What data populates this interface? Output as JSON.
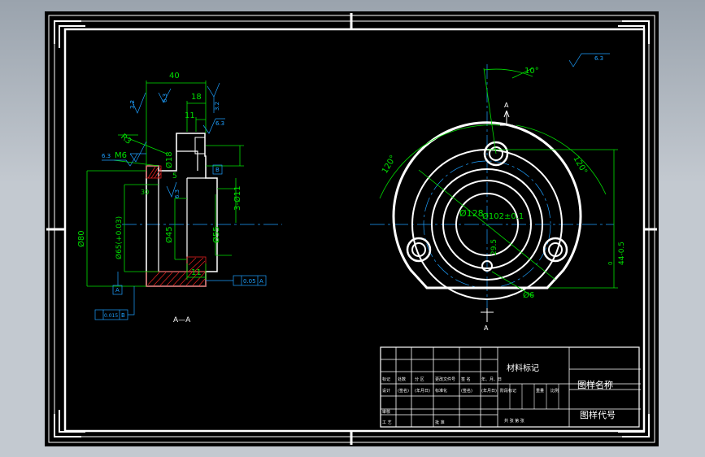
{
  "left_view": {
    "dims": {
      "d40": "40",
      "d18": "18",
      "d11_top": "11",
      "r3": "R3",
      "m6": "M6",
      "d18_dia": "Ø18",
      "d80": "Ø80",
      "d65": "Ø65(+0.03)",
      "d45": "Ø45",
      "d55": "Ø55",
      "d11_holes": "3-Ø11",
      "d11_bottom": "11",
      "d5": "5",
      "d30": "30"
    },
    "rough": {
      "r1": "3.2",
      "r2": "6.3",
      "r3": "3.2",
      "r4": "6.3",
      "r5": "6.3",
      "r6": "6.3"
    },
    "datum_b": "B",
    "datum_a": "A",
    "tol_flat": "0.05",
    "tol_flat_ref": "A",
    "tol_perp": "0.015",
    "tol_perp_ref": "B",
    "section_label": "A—A"
  },
  "right_view": {
    "angle_10": "10°",
    "angle_120_left": "120°",
    "angle_120_right": "120°",
    "d128": "Ø128",
    "d102": "Ø102±0.1",
    "d6": "Ø6",
    "d9_5": "29.5",
    "d44": "44-0.5",
    "d44_sup": "0",
    "rough_corner": "6.3",
    "cut_top": "A",
    "cut_bottom": "A"
  },
  "title_block": {
    "material": "材料标记",
    "drawing_name": "图样名称",
    "drawing_code": "图样代号",
    "row1": [
      "标记",
      "处数",
      "分 区",
      "更改文件号",
      "签 名",
      "年、月、日"
    ],
    "row2": [
      "设计",
      "(签名)",
      "(年月日)",
      "标准化",
      "(签名)",
      "(年月日)"
    ],
    "stage_label": "阶段标记",
    "weight": "重量",
    "scale": "比例",
    "row3": [
      "审核",
      ""
    ],
    "row4": [
      "工 艺",
      "",
      "批 准"
    ],
    "sheet": "共 张 第 张"
  }
}
